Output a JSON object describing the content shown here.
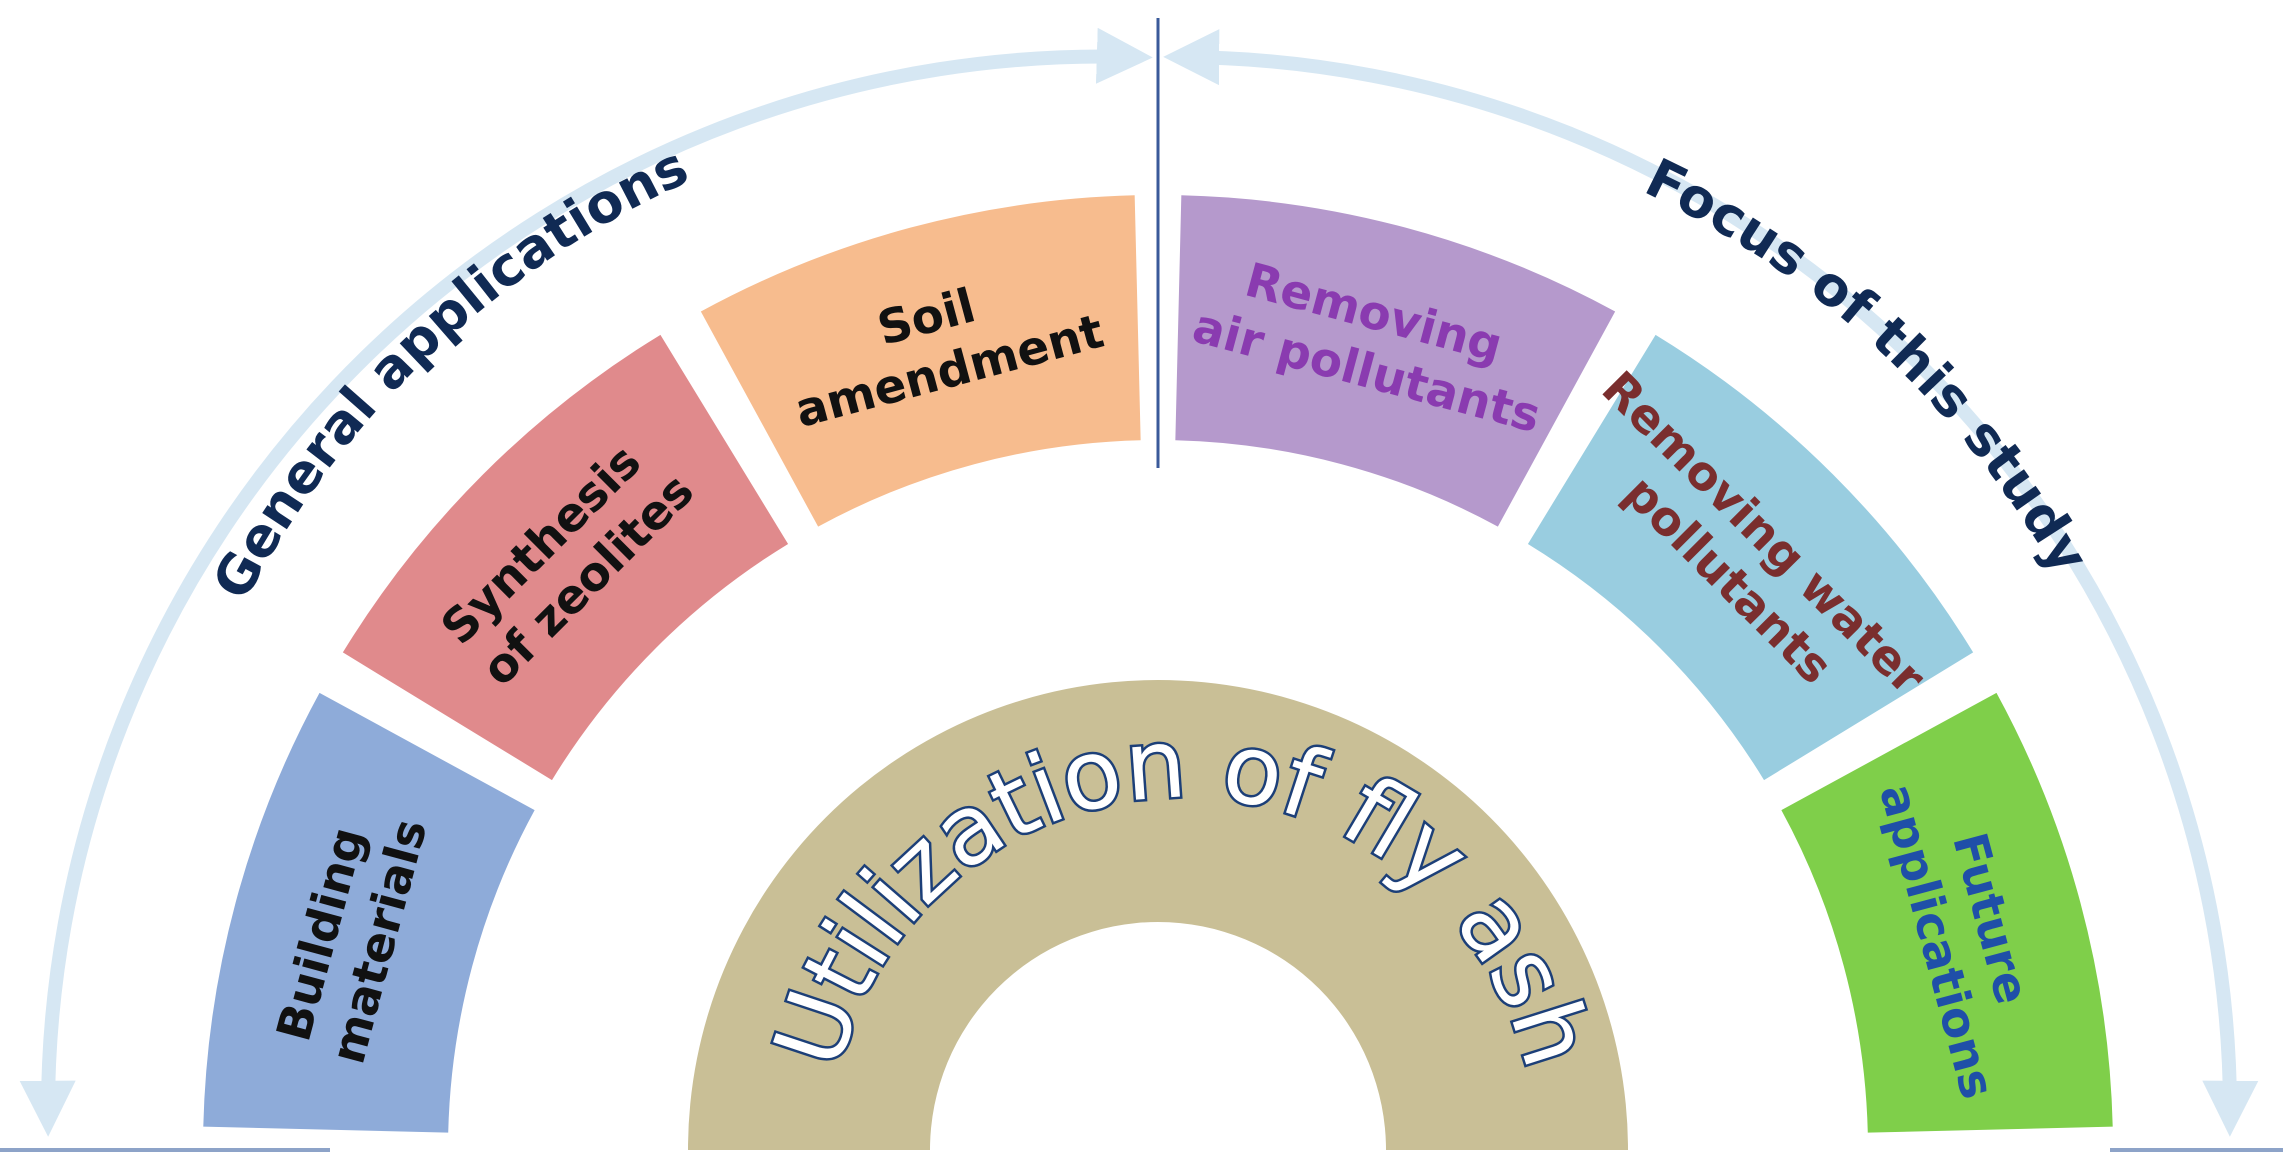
{
  "hub": {
    "label": "Utilization of fly ash",
    "color": "#c9bf96"
  },
  "sides": {
    "left": {
      "label": "General applications",
      "arrow_color": "#d6e7f3"
    },
    "right": {
      "label": "Focus of this study",
      "arrow_color": "#d6e7f3"
    }
  },
  "segments": [
    {
      "id": "building",
      "lines": [
        "Building",
        "materials"
      ],
      "fill": "#8eabd9",
      "text_color": "#111111"
    },
    {
      "id": "zeolites",
      "lines": [
        "Synthesis",
        "of zeolites"
      ],
      "fill": "#e08a8c",
      "text_color": "#111111"
    },
    {
      "id": "soil",
      "lines": [
        "Soil",
        "amendment"
      ],
      "fill": "#f7bc8e",
      "text_color": "#111111"
    },
    {
      "id": "air",
      "lines": [
        "Removing",
        "air pollutants"
      ],
      "fill": "#b599cc",
      "text_color": "#8a3bb0"
    },
    {
      "id": "water",
      "lines": [
        "Removing water",
        "pollutants"
      ],
      "fill": "#99cde0",
      "text_color": "#7a2e2e"
    },
    {
      "id": "future",
      "lines": [
        "Future",
        "applications"
      ],
      "fill": "#7fcf4a",
      "text_color": "#1f4fa8"
    }
  ]
}
